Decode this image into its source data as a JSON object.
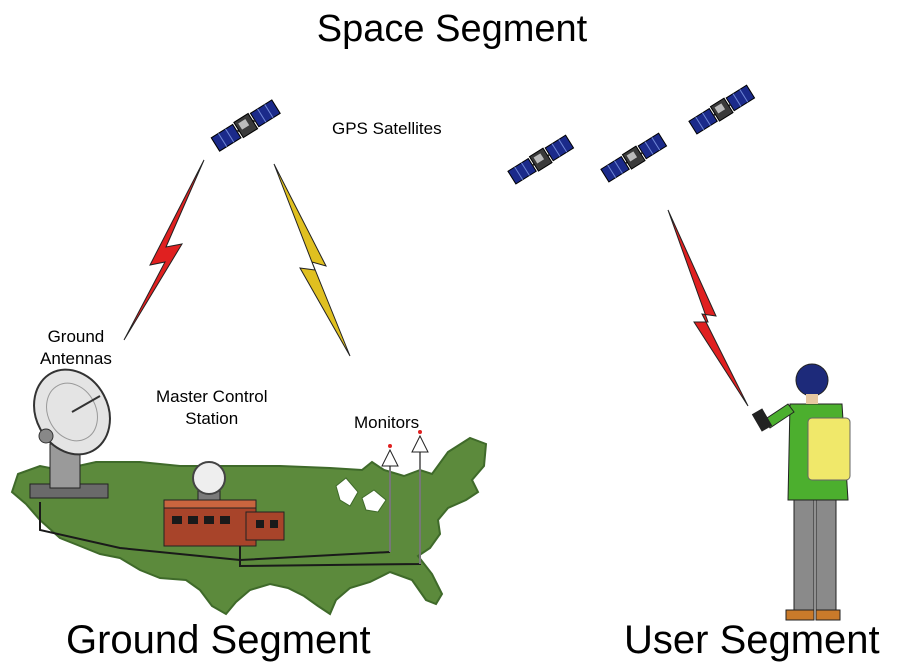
{
  "titles": {
    "space": "Space Segment",
    "ground": "Ground Segment",
    "user": "User Segment"
  },
  "labels": {
    "gps_satellites": "GPS Satellites",
    "ground_antennas_line1": "Ground",
    "ground_antennas_line2": "Antennas",
    "master_control_line1": "Master Control",
    "master_control_line2": "Station",
    "monitors": "Monitors"
  },
  "colors": {
    "land": "#5c8a3c",
    "land_edge": "#3f6a2a",
    "signal_red": "#e02020",
    "signal_yellow": "#e0c020",
    "solar_panel": "#1b2a8a",
    "building": "#a8442a",
    "jacket": "#4caf2e",
    "backpack": "#f0e86a",
    "pants": "#8a8a8a",
    "head": "#1d2a7a"
  }
}
